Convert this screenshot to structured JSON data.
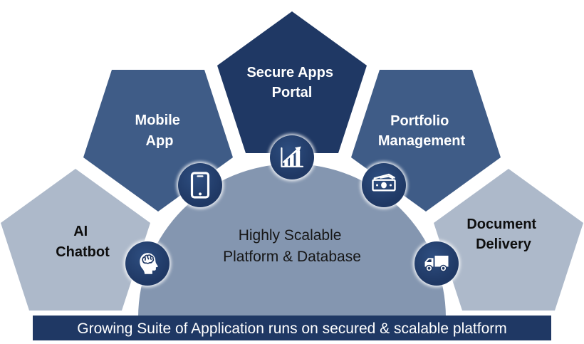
{
  "colors": {
    "dark_navy": "#1F3864",
    "medium_blue": "#3F5C87",
    "light_blue": "#ADB9CA",
    "dome_gray_blue": "#8496B0",
    "icon_circle_navy": "#1F3864",
    "label_on_dark": "#FFFFFF",
    "label_on_light": "#0E0E0E",
    "banner_bg": "#1F3864",
    "banner_text_color": "#FFFFFF"
  },
  "pentagons": [
    {
      "id": "ai-chatbot",
      "lines": [
        "AI",
        "Chatbot"
      ]
    },
    {
      "id": "mobile-app",
      "lines": [
        "Mobile",
        "App"
      ]
    },
    {
      "id": "secure-apps-portal",
      "lines": [
        "Secure Apps",
        "Portal"
      ]
    },
    {
      "id": "portfolio-management",
      "lines": [
        "Portfolio",
        "Management"
      ]
    },
    {
      "id": "document-delivery",
      "lines": [
        "Document",
        "Delivery"
      ]
    }
  ],
  "dome": {
    "lines": [
      "Highly Scalable",
      "Platform & Database"
    ]
  },
  "banner": {
    "text": "Growing Suite of Application runs on secured & scalable platform"
  },
  "icons": [
    {
      "name": "brain-icon"
    },
    {
      "name": "smartphone-icon"
    },
    {
      "name": "bar-chart-growth-icon"
    },
    {
      "name": "money-icon"
    },
    {
      "name": "delivery-truck-icon"
    }
  ]
}
